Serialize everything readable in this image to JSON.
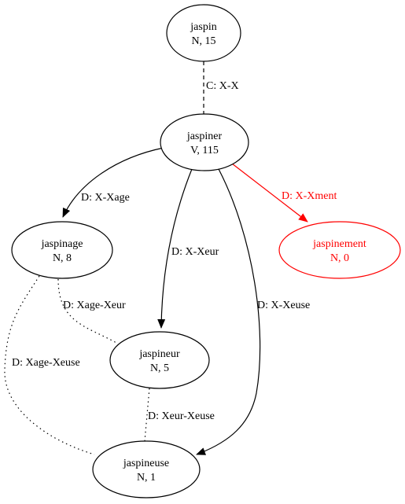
{
  "nodes": [
    {
      "id": "jaspin",
      "line1": "jaspin",
      "line2": "N, 15",
      "color": "#000000"
    },
    {
      "id": "jaspiner",
      "line1": "jaspiner",
      "line2": "V, 115",
      "color": "#000000"
    },
    {
      "id": "jaspinage",
      "line1": "jaspinage",
      "line2": "N, 8",
      "color": "#000000"
    },
    {
      "id": "jaspinement",
      "line1": "jaspinement",
      "line2": "N, 0",
      "color": "#ff0000"
    },
    {
      "id": "jaspineur",
      "line1": "jaspineur",
      "line2": "N, 5",
      "color": "#000000"
    },
    {
      "id": "jaspineuse",
      "line1": "jaspineuse",
      "line2": "N, 1",
      "color": "#000000"
    }
  ],
  "edges": [
    {
      "id": "jaspin-jaspiner",
      "from": "jaspin",
      "to": "jaspiner",
      "label": "C: X-X",
      "style": "dashed",
      "arrow": false,
      "color": "#000000"
    },
    {
      "id": "jaspiner-jaspinage",
      "from": "jaspiner",
      "to": "jaspinage",
      "label": "D: X-Xage",
      "style": "solid",
      "arrow": true,
      "color": "#000000"
    },
    {
      "id": "jaspiner-jaspineur",
      "from": "jaspiner",
      "to": "jaspineur",
      "label": "D: X-Xeur",
      "style": "solid",
      "arrow": true,
      "color": "#000000"
    },
    {
      "id": "jaspiner-jaspineuse",
      "from": "jaspiner",
      "to": "jaspineuse",
      "label": "D: X-Xeuse",
      "style": "solid",
      "arrow": true,
      "color": "#000000"
    },
    {
      "id": "jaspiner-jaspinement",
      "from": "jaspiner",
      "to": "jaspinement",
      "label": "D: X-Xment",
      "style": "solid",
      "arrow": true,
      "color": "#ff0000"
    },
    {
      "id": "jaspinage-jaspineur",
      "from": "jaspinage",
      "to": "jaspineur",
      "label": "D: Xage-Xeur",
      "style": "dotted",
      "arrow": false,
      "color": "#000000"
    },
    {
      "id": "jaspinage-jaspineuse",
      "from": "jaspinage",
      "to": "jaspineuse",
      "label": "D: Xage-Xeuse",
      "style": "dotted",
      "arrow": false,
      "color": "#000000"
    },
    {
      "id": "jaspineur-jaspineuse",
      "from": "jaspineur",
      "to": "jaspineuse",
      "label": "D: Xeur-Xeuse",
      "style": "dotted",
      "arrow": false,
      "color": "#000000"
    }
  ]
}
